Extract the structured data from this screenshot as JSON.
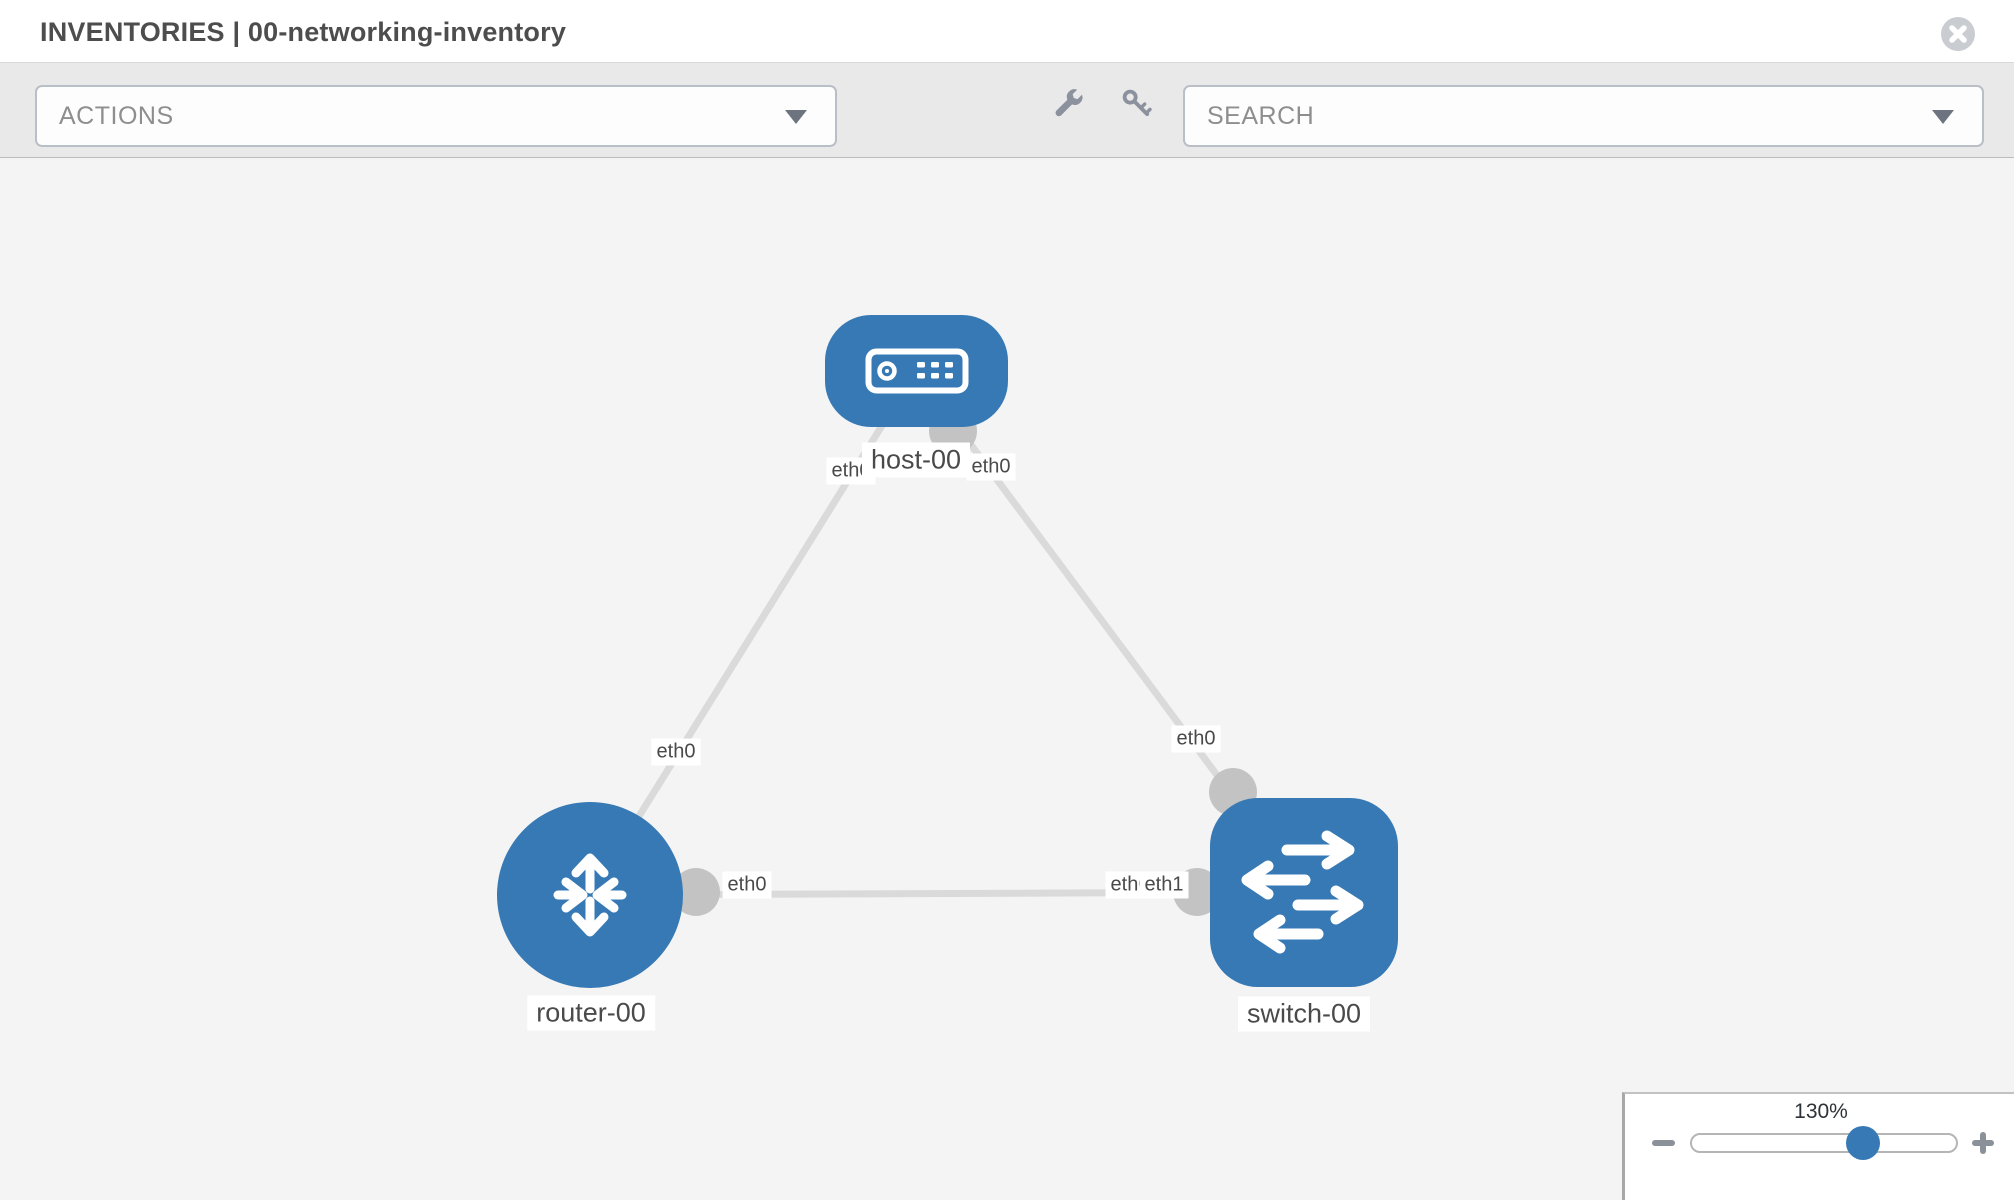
{
  "header": {
    "title": "INVENTORIES | 00-networking-inventory"
  },
  "toolbar": {
    "actions_label": "ACTIONS",
    "search_label": "SEARCH",
    "icons": [
      "wrench-icon",
      "key-icon"
    ]
  },
  "topology": {
    "node_labels": {
      "host": "host-00",
      "router": "router-00",
      "switch": "switch-00"
    },
    "interface_labels": {
      "host_to_router_at_host": "eth0",
      "host_to_router_at_router": "eth0",
      "host_to_switch_at_host": "eth0",
      "host_to_switch_at_switch": "eth0",
      "router_to_switch_at_router": "eth0",
      "router_to_switch_at_switch_behind": "eth0",
      "router_to_switch_at_switch_front": "eth1"
    },
    "links": [
      {
        "from": "host-00",
        "to": "router-00",
        "from_interface": "eth0",
        "to_interface": "eth0"
      },
      {
        "from": "host-00",
        "to": "switch-00",
        "from_interface": "eth0",
        "to_interface": "eth0"
      },
      {
        "from": "router-00",
        "to": "switch-00",
        "from_interface": "eth0",
        "to_interface": "eth1"
      }
    ]
  },
  "zoom_control": {
    "level": "130%"
  },
  "colors": {
    "node_blue": "#3779b4",
    "link_gray": "#dadada",
    "port_dot_gray": "#c3c3c3",
    "canvas_bg": "#f4f4f4",
    "toolbar_bg": "#e9e9e9"
  }
}
